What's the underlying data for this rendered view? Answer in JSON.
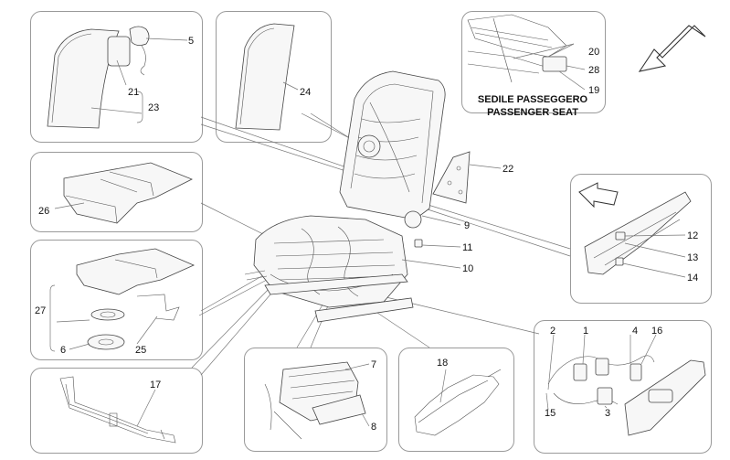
{
  "caption": {
    "line1": "SEDILE PASSEGGERO",
    "line2": "PASSENGER SEAT"
  },
  "callouts": {
    "c1": "1",
    "c2": "2",
    "c3": "3",
    "c4": "4",
    "c5": "5",
    "c6": "6",
    "c7": "7",
    "c8": "8",
    "c9": "9",
    "c10": "10",
    "c11": "11",
    "c12": "12",
    "c13": "13",
    "c14": "14",
    "c15": "15",
    "c16": "16",
    "c17": "17",
    "c18": "18",
    "c19": "19",
    "c20": "20",
    "c21": "21",
    "c22": "22",
    "c23": "23",
    "c24": "24",
    "c25": "25",
    "c26": "26",
    "c27": "27",
    "c28": "28"
  },
  "icons": [
    "direction-arrow-icon",
    "orientation-arrow-icon"
  ]
}
